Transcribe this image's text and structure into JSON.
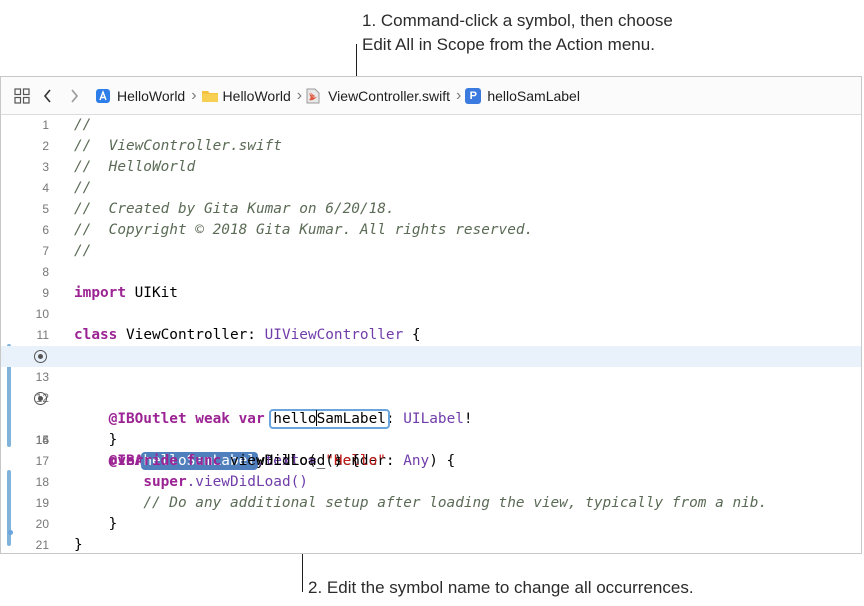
{
  "callouts": {
    "top_line1": "1. Command-click a symbol, then choose",
    "top_line2": "Edit All in Scope from the Action menu.",
    "bottom": "2. Edit the symbol name to change all occurrences."
  },
  "jumpbar": {
    "grid_icon": "related-items-grid-icon",
    "back_icon": "chevron-left-icon",
    "forward_icon": "chevron-right-icon",
    "crumbs": [
      {
        "label": "HelloWorld",
        "icon": "project-icon"
      },
      {
        "label": "HelloWorld",
        "icon": "folder-icon"
      },
      {
        "label": "ViewController.swift",
        "icon": "swift-file-icon"
      },
      {
        "label": "helloSamLabel",
        "icon": "property-icon"
      }
    ],
    "property_letter": "P"
  },
  "editor": {
    "line_numbers": [
      "1",
      "2",
      "3",
      "4",
      "5",
      "6",
      "7",
      "8",
      "9",
      "10",
      "11",
      "12",
      "13",
      "14",
      "15",
      "16",
      "17",
      "18",
      "19",
      "20",
      "21"
    ],
    "code": {
      "l1": "//",
      "l2": "//  ViewController.swift",
      "l3": "//  HelloWorld",
      "l4": "//",
      "l5": "//  Created by Gita Kumar on 6/20/18.",
      "l6": "//  Copyright © 2018 Gita Kumar. All rights reserved.",
      "l7": "//",
      "l9_kw": "import",
      "l9_rest": " UIKit",
      "l11_kw": "class",
      "l11_name": " ViewController: ",
      "l11_type": "UIViewController",
      "l11_end": " {",
      "l12_indent": "    ",
      "l12_attr": "@IBOutlet weak var",
      "l12_sp": " ",
      "l12_sym_a": "hello",
      "l12_sym_b": "SamLabel",
      "l12_colon": ": ",
      "l12_type": "UILabel",
      "l12_end": "!",
      "l14_indent": "    ",
      "l14_attr": "@IBAction func",
      "l14_name": " sayHello(_ sender: ",
      "l14_type": "Any",
      "l14_end": ") {",
      "l15_indent": "        ",
      "l15_sym": "helloSamLabel",
      "l15_mid": ".text = ",
      "l15_str": "\"Hello\"",
      "l16": "    }",
      "l17_indent": "    ",
      "l17_kw": "override func",
      "l17_rest": " viewDidLoad() {",
      "l18_indent": "        ",
      "l18_kw": "super",
      "l18_rest": ".viewDidLoad()",
      "l19_indent": "        ",
      "l19_comment": "// Do any additional setup after loading the view, typically from a nib.",
      "l20": "    }",
      "l21": "}"
    }
  },
  "colors": {
    "keyword": "#9b2393",
    "type": "#703daa",
    "string": "#c41a16",
    "comment": "#5b6b56",
    "symbol_highlight": "#4f7fbd",
    "edit_outline": "#6aa4dc"
  }
}
